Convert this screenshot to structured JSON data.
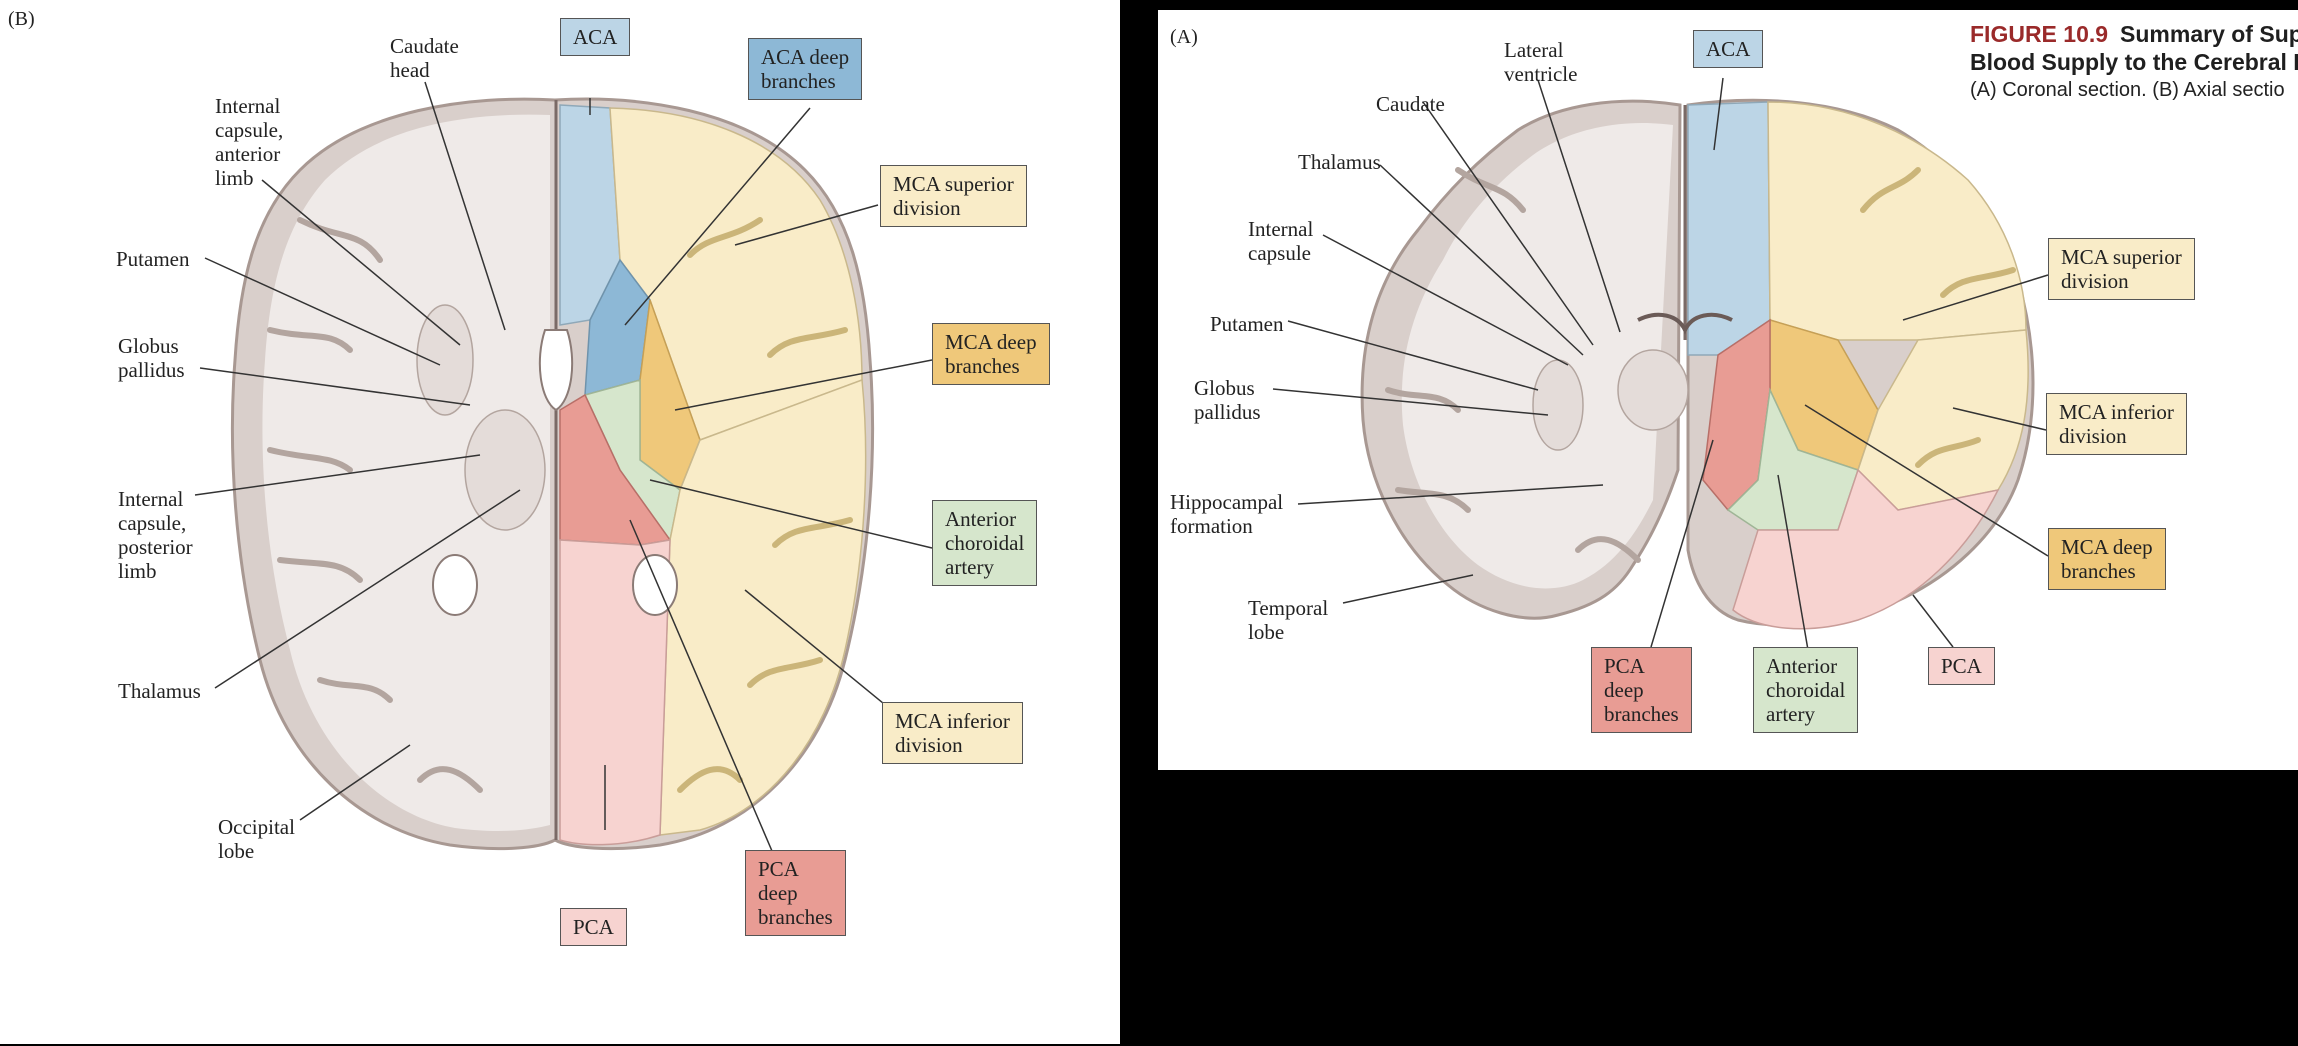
{
  "colors": {
    "aca": "#bcd5e6",
    "aca_deep": "#8db8d6",
    "mca_sup": "#f9ecc8",
    "mca_inf": "#f9ecc8",
    "mca_deep": "#efc87a",
    "ant_chor": "#d6e6cc",
    "pca": "#f7d3d0",
    "pca_deep": "#e89c94"
  },
  "panel_b": {
    "label": "(B)",
    "labels": {
      "caudate_head": "Caudate\nhead",
      "ic_anterior": "Internal\ncapsule,\nanterior\nlimb",
      "putamen": "Putamen",
      "globus_pallidus": "Globus\npallidus",
      "ic_posterior": "Internal\ncapsule,\nposterior\nlimb",
      "thalamus": "Thalamus",
      "occipital_lobe": "Occipital\nlobe"
    },
    "boxes": {
      "aca": "ACA",
      "aca_deep": "ACA deep\nbranches",
      "mca_superior": "MCA superior\ndivision",
      "mca_deep": "MCA deep\nbranches",
      "anterior_choroidal": "Anterior\nchoroidal\nartery",
      "mca_inferior": "MCA inferior\ndivision",
      "pca_deep": "PCA\ndeep\nbranches",
      "pca": "PCA"
    }
  },
  "panel_a": {
    "label": "(A)",
    "figure": {
      "number": "FIGURE 10.9",
      "title_line1": "Summary of Sup",
      "title_line2": "Blood Supply to the Cerebral He",
      "caption": "(A) Coronal section. (B) Axial sectio"
    },
    "labels": {
      "lateral_ventricle": "Lateral\nventricle",
      "caudate": "Caudate",
      "thalamus": "Thalamus",
      "internal_capsule": "Internal\ncapsule",
      "putamen": "Putamen",
      "globus_pallidus": "Globus\npallidus",
      "hippocampal_formation": "Hippocampal\nformation",
      "temporal_lobe": "Temporal\nlobe"
    },
    "boxes": {
      "aca": "ACA",
      "mca_superior": "MCA superior\ndivision",
      "mca_inferior": "MCA inferior\ndivision",
      "mca_deep": "MCA deep\nbranches",
      "pca": "PCA",
      "anterior_choroidal": "Anterior\nchoroidal\nartery",
      "pca_deep": "PCA\ndeep\nbranches"
    }
  }
}
